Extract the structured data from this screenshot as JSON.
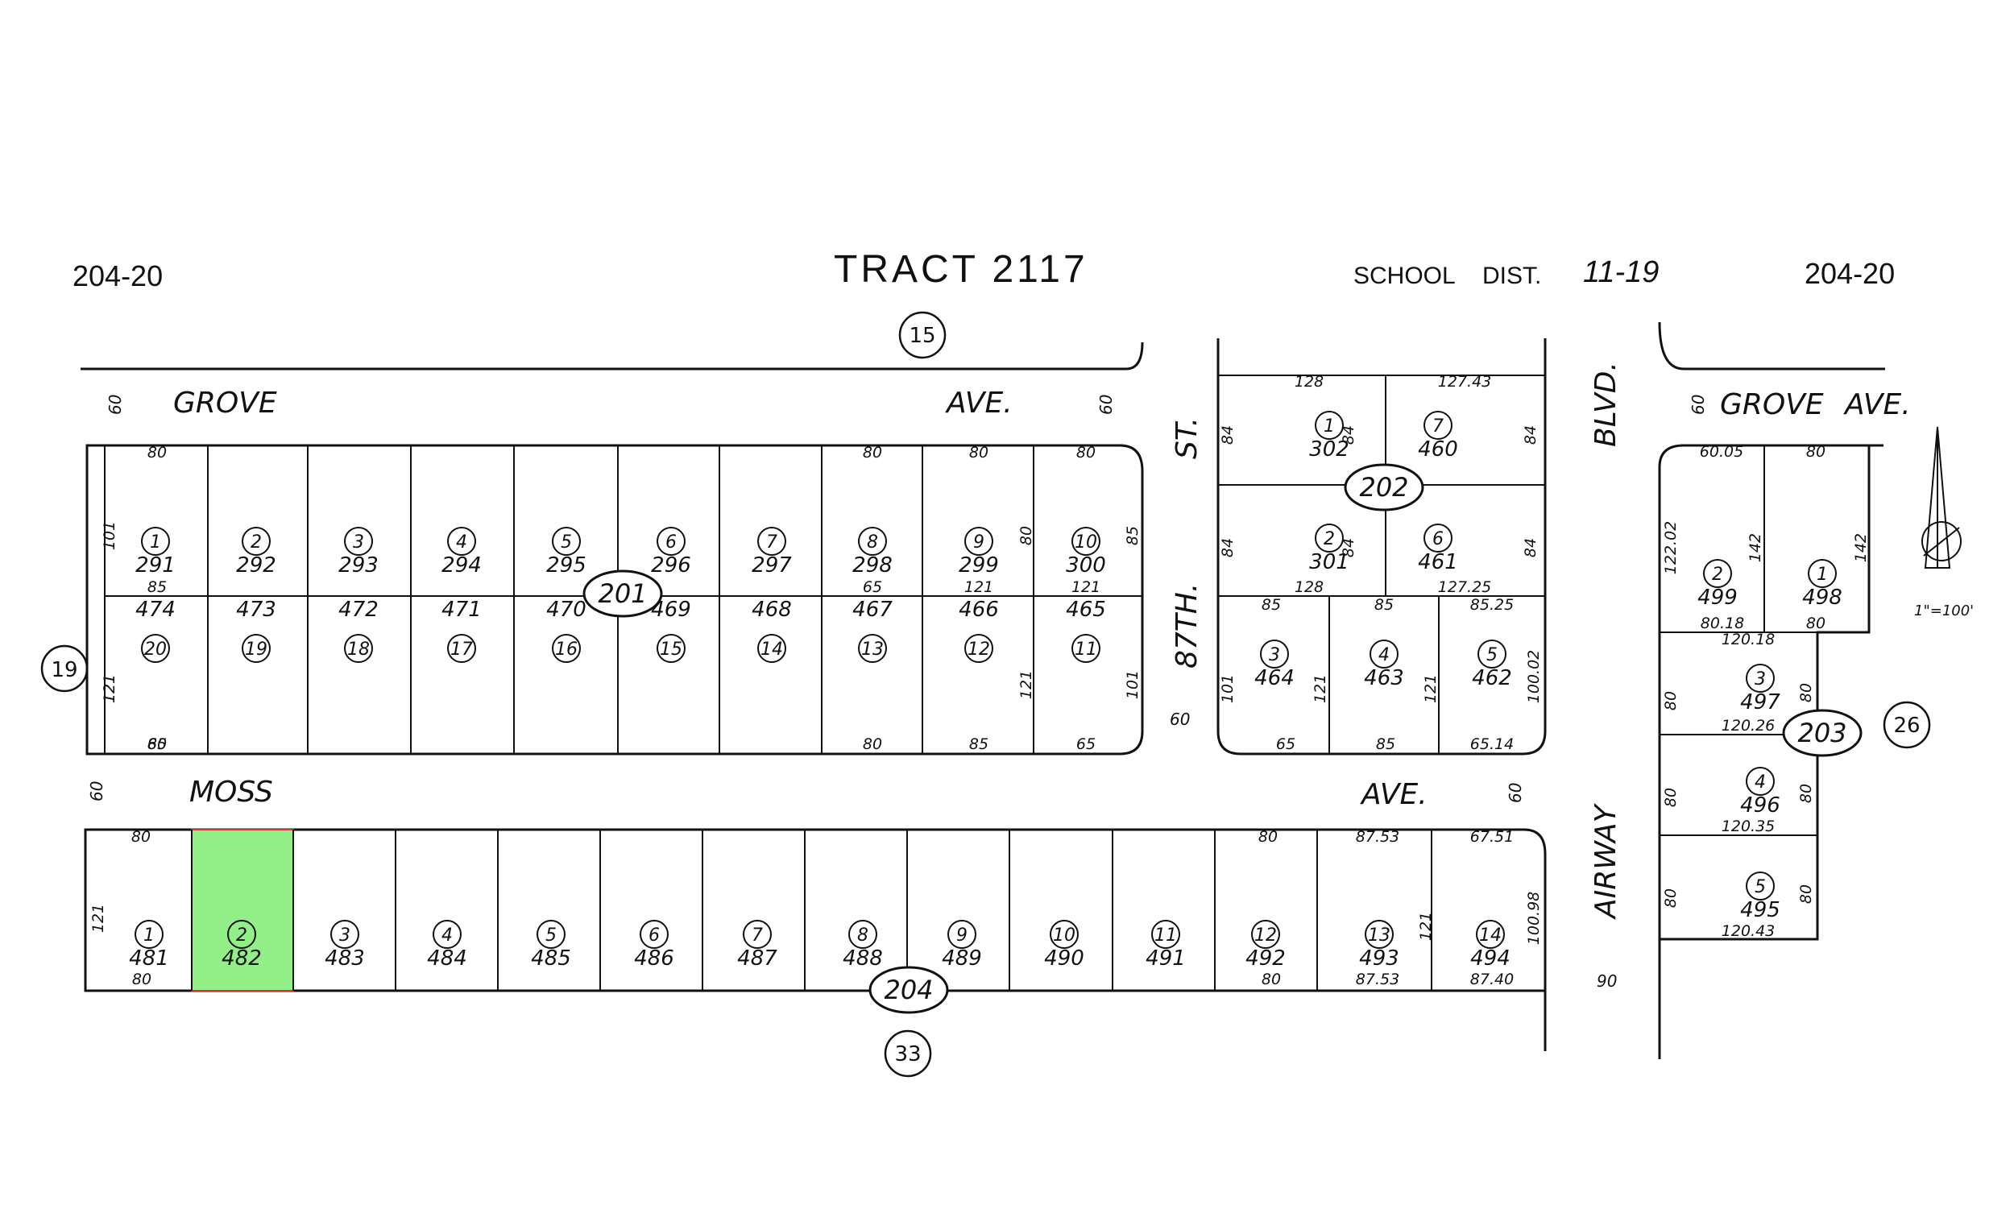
{
  "header": {
    "page_ref_left": "204-20",
    "title": "TRACT 2117",
    "school_label": "SCHOOL",
    "dist_label": "DIST.",
    "school_dist_value": "11-19",
    "page_ref_right": "204-20"
  },
  "streets": {
    "grove_west": "GROVE",
    "grove_west_ave": "AVE.",
    "grove_east": "GROVE",
    "grove_east_ave": "AVE.",
    "moss": "MOSS",
    "moss_ave": "AVE.",
    "st_87th": "87TH.",
    "st_label": "ST.",
    "airway": "AIRWAY",
    "blvd": "BLVD."
  },
  "refs": {
    "top": "15",
    "left": "19",
    "bottom": "33",
    "right": "26"
  },
  "scale": "1\"=100'",
  "highlight_color": "#93ef87",
  "blocks": {
    "b201": {
      "id": "201",
      "parcels": [
        {
          "lot": "1",
          "apn": "291"
        },
        {
          "lot": "2",
          "apn": "292"
        },
        {
          "lot": "3",
          "apn": "293"
        },
        {
          "lot": "4",
          "apn": "294"
        },
        {
          "lot": "5",
          "apn": "295"
        },
        {
          "lot": "6",
          "apn": "296"
        },
        {
          "lot": "7",
          "apn": "297"
        },
        {
          "lot": "8",
          "apn": "298"
        },
        {
          "lot": "9",
          "apn": "299"
        },
        {
          "lot": "10",
          "apn": "300"
        },
        {
          "lot": "20",
          "apn": "474"
        },
        {
          "lot": "19",
          "apn": "473"
        },
        {
          "lot": "18",
          "apn": "472"
        },
        {
          "lot": "17",
          "apn": "471"
        },
        {
          "lot": "16",
          "apn": "470"
        },
        {
          "lot": "15",
          "apn": "469"
        },
        {
          "lot": "14",
          "apn": "468"
        },
        {
          "lot": "13",
          "apn": "467"
        },
        {
          "lot": "12",
          "apn": "466"
        },
        {
          "lot": "11",
          "apn": "465"
        }
      ],
      "dims": [
        "80",
        "80",
        "80",
        "80",
        "85",
        "65",
        "121",
        "121",
        "101",
        "80",
        "85",
        "65",
        "80",
        "85",
        "65",
        "121",
        "101",
        "80",
        "121",
        "121"
      ]
    },
    "b202": {
      "id": "202",
      "parcels": [
        {
          "lot": "1",
          "apn": "302"
        },
        {
          "lot": "7",
          "apn": "460"
        },
        {
          "lot": "2",
          "apn": "301"
        },
        {
          "lot": "6",
          "apn": "461"
        },
        {
          "lot": "3",
          "apn": "464"
        },
        {
          "lot": "4",
          "apn": "463"
        },
        {
          "lot": "5",
          "apn": "462"
        }
      ],
      "dims": [
        "128",
        "127.43",
        "84",
        "84",
        "84",
        "84",
        "84",
        "84",
        "128",
        "127.25",
        "85",
        "85",
        "85.25",
        "101",
        "121",
        "121",
        "100.02",
        "65",
        "85",
        "65.14"
      ]
    },
    "b203": {
      "id": "203",
      "parcels": [
        {
          "lot": "2",
          "apn": "499"
        },
        {
          "lot": "1",
          "apn": "498"
        },
        {
          "lot": "3",
          "apn": "497"
        },
        {
          "lot": "4",
          "apn": "496"
        },
        {
          "lot": "5",
          "apn": "495"
        }
      ],
      "dims": [
        "60.05",
        "80",
        "122.02",
        "142",
        "142",
        "80.18",
        "80",
        "120.18",
        "80",
        "80",
        "120.26",
        "80",
        "80",
        "120.35",
        "80",
        "80",
        "120.43"
      ]
    },
    "b204": {
      "id": "204",
      "parcels": [
        {
          "lot": "1",
          "apn": "481"
        },
        {
          "lot": "2",
          "apn": "482"
        },
        {
          "lot": "3",
          "apn": "483"
        },
        {
          "lot": "4",
          "apn": "484"
        },
        {
          "lot": "5",
          "apn": "485"
        },
        {
          "lot": "6",
          "apn": "486"
        },
        {
          "lot": "7",
          "apn": "487"
        },
        {
          "lot": "8",
          "apn": "488"
        },
        {
          "lot": "9",
          "apn": "489"
        },
        {
          "lot": "10",
          "apn": "490"
        },
        {
          "lot": "11",
          "apn": "491"
        },
        {
          "lot": "12",
          "apn": "492"
        },
        {
          "lot": "13",
          "apn": "493"
        },
        {
          "lot": "14",
          "apn": "494"
        }
      ],
      "dims": [
        "80",
        "121",
        "80",
        "80",
        "87.53",
        "67.51",
        "121",
        "100.98",
        "80",
        "87.53",
        "87.40"
      ]
    }
  },
  "street_widths": [
    "60",
    "60",
    "60",
    "60",
    "60",
    "60",
    "90"
  ]
}
